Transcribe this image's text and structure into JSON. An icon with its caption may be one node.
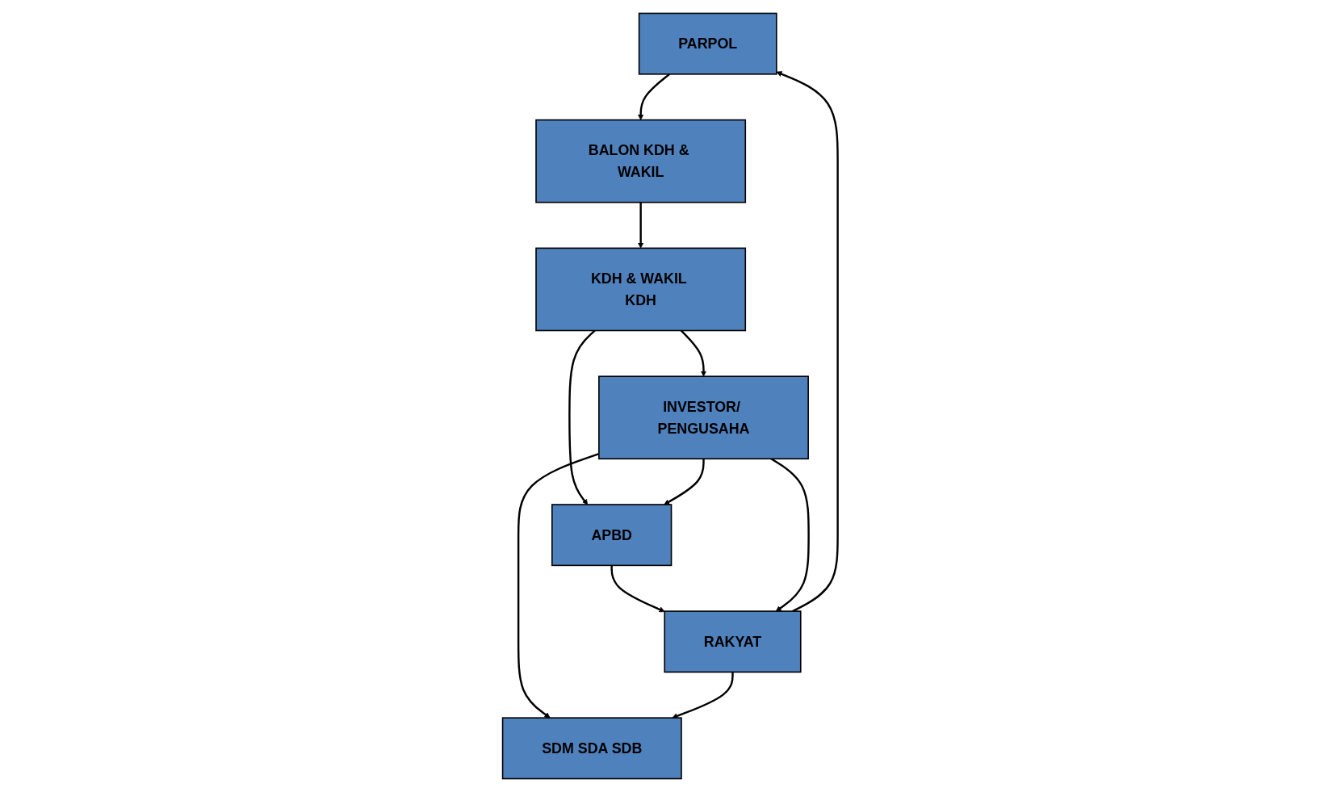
{
  "diagram": {
    "nodes": [
      {
        "text": [
          "PARPOL"
        ]
      },
      {
        "text": [
          "BALON KDH & WAKIL"
        ]
      },
      {
        "text": [
          "KDH & WAKIL KDH"
        ]
      },
      {
        "text": [
          "RAKYAT"
        ]
      },
      {
        "text": [
          "APBD"
        ]
      },
      {
        "text": [
          "SDM SDA SDB"
        ]
      },
      {
        "text": [
          "INVESTOR/ PENGUSAHA"
        ]
      }
    ],
    "edges": [
      {
        "from": 0,
        "to": 1,
        "arrow": "to"
      },
      {
        "from": 1,
        "to": 2,
        "arrow": "to"
      },
      {
        "from": 2,
        "to": 4,
        "arrow": "to"
      },
      {
        "from": 2,
        "to": 6,
        "arrow": "to"
      },
      {
        "from": 4,
        "to": 3,
        "arrow": "to"
      },
      {
        "from": 6,
        "to": 3,
        "arrow": "to"
      },
      {
        "from": 6,
        "to": 5,
        "arrow": "to"
      },
      {
        "from": 6,
        "to": 4,
        "arrow": "to"
      },
      {
        "from": 3,
        "to": 5,
        "arrow": "to"
      },
      {
        "from": 3,
        "to": 0,
        "arrow": "to"
      }
    ]
  }
}
